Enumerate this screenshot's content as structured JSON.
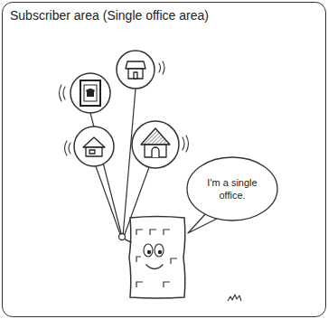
{
  "diagram": {
    "nodes": [
      {
        "text": [
          "Subscriber area (Single office area)"
        ]
      },
      {
        "text": [
          "I'm a single office."
        ],
        "in": 0
      }
    ]
  }
}
